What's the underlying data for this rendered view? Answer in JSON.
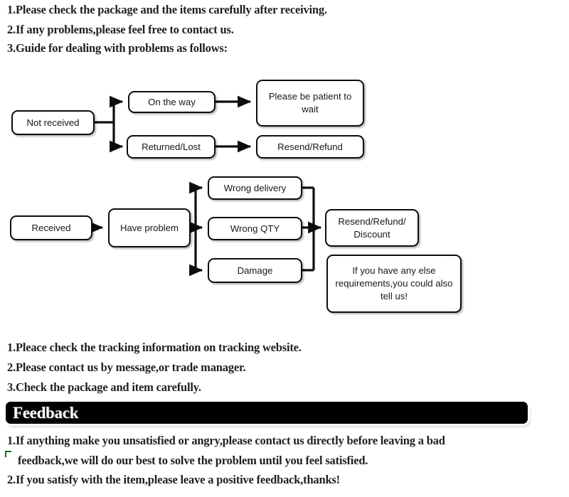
{
  "page": {
    "background": "#ffffff",
    "box_border_color": "#0d0d0d",
    "banner_color": "#000000",
    "text_color": "#211f1e"
  },
  "top_notes": [
    "1.Please check the package and the items carefully after receiving.",
    "2.If any problems,please feel free to contact us.",
    "3.Guide for dealing with problems as follows:"
  ],
  "flowchart_one": {
    "nodes": [
      {
        "id": "not-received",
        "label": "Not received"
      },
      {
        "id": "on-the-way",
        "label": "On the way"
      },
      {
        "id": "returned-lost",
        "label": "Returned/Lost"
      },
      {
        "id": "please-be-patient",
        "label": "Please be patient to wait"
      },
      {
        "id": "resend-refund",
        "label": "Resend/Refund"
      }
    ],
    "edges": [
      {
        "from": "not-received",
        "to": "on-the-way"
      },
      {
        "from": "not-received",
        "to": "returned-lost"
      },
      {
        "from": "on-the-way",
        "to": "please-be-patient"
      },
      {
        "from": "returned-lost",
        "to": "resend-refund"
      }
    ]
  },
  "flowchart_two": {
    "nodes": [
      {
        "id": "received",
        "label": "Received"
      },
      {
        "id": "have-problem",
        "label": "Have problem"
      },
      {
        "id": "wrong-delivery",
        "label": "Wrong delivery"
      },
      {
        "id": "wrong-qty",
        "label": "Wrong QTY"
      },
      {
        "id": "damage",
        "label": "Damage"
      },
      {
        "id": "resend-refund-discount",
        "label": "Resend/Refund/ Discount"
      },
      {
        "id": "any-else",
        "label": "If you have any else requirements,you could also tell us!"
      }
    ],
    "edges": [
      {
        "from": "received",
        "to": "have-problem"
      },
      {
        "from": "have-problem",
        "to": "wrong-delivery"
      },
      {
        "from": "have-problem",
        "to": "wrong-qty"
      },
      {
        "from": "have-problem",
        "to": "damage"
      },
      {
        "from": "wrong-delivery",
        "to": "resend-refund-discount"
      },
      {
        "from": "wrong-qty",
        "to": "resend-refund-discount"
      },
      {
        "from": "damage",
        "to": "resend-refund-discount"
      }
    ]
  },
  "mid_notes": [
    "1.Pleace check the tracking information on tracking website.",
    "2.Please contact us by message,or trade manager.",
    "3.Check the package and item carefully."
  ],
  "feedback": {
    "banner_title": "Feedback",
    "notes_line_1a": "1.If anything make you unsatisfied or angry,please contact us directly before leaving a bad",
    "notes_line_1b": "feedback,we will do our best to solve the problem until you feel satisfied.",
    "notes_line_2": "2.If you satisfy with the item,please leave a positive feedback,thanks!"
  }
}
